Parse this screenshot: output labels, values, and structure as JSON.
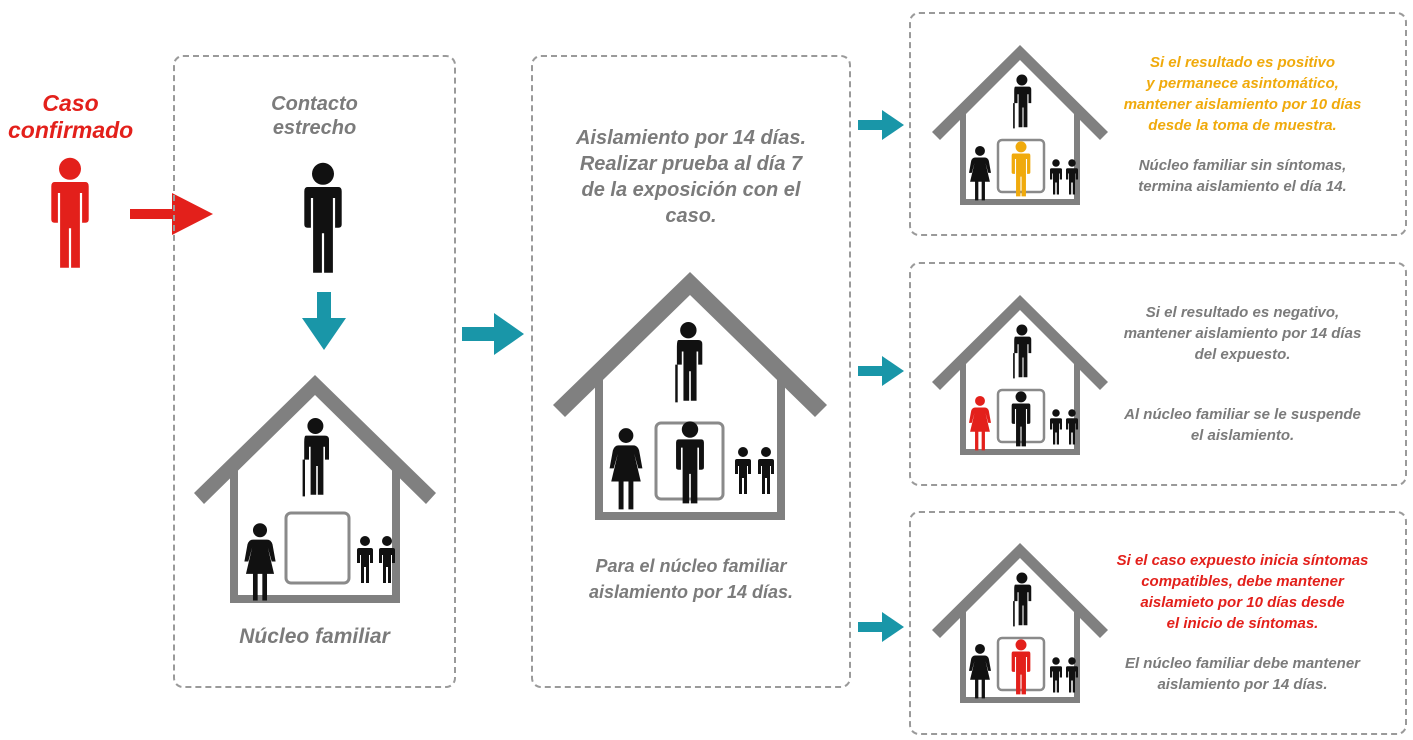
{
  "caso": {
    "line1": "Caso",
    "line2": "confirmado"
  },
  "panel1": {
    "contacto_line1": "Contacto",
    "contacto_line2": "estrecho",
    "nucleo": "Núcleo familiar"
  },
  "panel2": {
    "main_lines": [
      "Aislamiento por 14 días.",
      "Realizar prueba al día 7",
      "de la exposición con el",
      "caso."
    ],
    "bottom_lines": [
      "Para el núcleo familiar",
      "aislamiento por 14 días."
    ]
  },
  "outcome1": {
    "highlight_lines": [
      "Si el resultado es positivo",
      "y permanece asintomático,",
      "mantener aislamiento por 10 días",
      "desde la toma de  muestra."
    ],
    "note_lines": [
      "Núcleo familiar sin síntomas,",
      "termina aislamiento el día 14."
    ]
  },
  "outcome2": {
    "main_lines": [
      "Si el resultado es negativo,",
      "mantener aislamiento por 14 días",
      "del expuesto."
    ],
    "note_lines": [
      "Al núcleo familiar se le suspende",
      "el aislamiento."
    ]
  },
  "outcome3": {
    "highlight_lines": [
      "Si el caso expuesto inicia síntomas",
      "compatibles, debe mantener",
      "aislamieto por 10 días desde",
      "el inicio de síntomas."
    ],
    "note_lines": [
      "El núcleo familiar debe mantener",
      "aislamiento por 14 días."
    ]
  },
  "colors": {
    "red": "#e3201b",
    "teal": "#1996a8",
    "gray": "#7b7b7b",
    "yellow": "#f0aa0c",
    "house": "#808080",
    "black": "#111111"
  },
  "icons": [
    "person-icon",
    "house-icon",
    "elder-with-cane-icon",
    "woman-icon",
    "child-icon",
    "arrow-right-icon",
    "arrow-down-icon"
  ]
}
